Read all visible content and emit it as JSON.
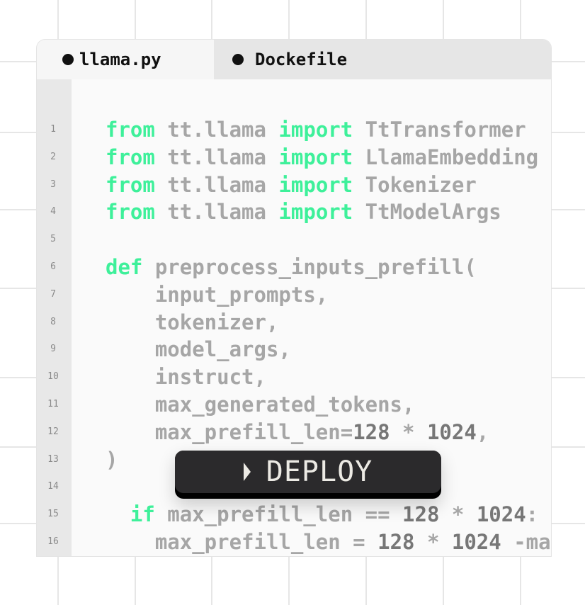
{
  "tabs": [
    {
      "label": "llama.py",
      "active": true
    },
    {
      "label": "Dockefile",
      "active": false
    }
  ],
  "colors": {
    "keyword": "#3ef09a",
    "identifier": "#a6a6a6",
    "number": "#777777",
    "button_bg": "#2b2a2c"
  },
  "code_lines": [
    {
      "n": "1",
      "indent": 0,
      "tokens": [
        {
          "t": "from",
          "k": "kw"
        },
        {
          "t": " tt.llama "
        },
        {
          "t": "import",
          "k": "kw"
        },
        {
          "t": " TtTransformer"
        }
      ]
    },
    {
      "n": "2",
      "indent": 0,
      "tokens": [
        {
          "t": "from",
          "k": "kw"
        },
        {
          "t": " tt.llama "
        },
        {
          "t": "import",
          "k": "kw"
        },
        {
          "t": " LlamaEmbedding"
        }
      ]
    },
    {
      "n": "3",
      "indent": 0,
      "tokens": [
        {
          "t": "from",
          "k": "kw"
        },
        {
          "t": " tt.llama "
        },
        {
          "t": "import",
          "k": "kw"
        },
        {
          "t": " Tokenizer"
        }
      ]
    },
    {
      "n": "4",
      "indent": 0,
      "tokens": [
        {
          "t": "from",
          "k": "kw"
        },
        {
          "t": " tt.llama "
        },
        {
          "t": "import",
          "k": "kw"
        },
        {
          "t": " TtModelArgs"
        }
      ]
    },
    {
      "n": "5",
      "indent": 0,
      "tokens": []
    },
    {
      "n": "6",
      "indent": 0,
      "tokens": [
        {
          "t": "def",
          "k": "kw"
        },
        {
          "t": " preprocess_inputs_prefill("
        }
      ]
    },
    {
      "n": "7",
      "indent": 4,
      "tokens": [
        {
          "t": "input_prompts,"
        }
      ]
    },
    {
      "n": "8",
      "indent": 4,
      "tokens": [
        {
          "t": "tokenizer,"
        }
      ]
    },
    {
      "n": "9",
      "indent": 4,
      "tokens": [
        {
          "t": "model_args,"
        }
      ]
    },
    {
      "n": "10",
      "indent": 4,
      "tokens": [
        {
          "t": "instruct,"
        }
      ]
    },
    {
      "n": "11",
      "indent": 4,
      "tokens": [
        {
          "t": "max_generated_tokens,"
        }
      ]
    },
    {
      "n": "12",
      "indent": 4,
      "tokens": [
        {
          "t": "max_prefill_len="
        },
        {
          "t": "128",
          "k": "num"
        },
        {
          "t": " * "
        },
        {
          "t": "1024",
          "k": "num"
        },
        {
          "t": ","
        }
      ]
    },
    {
      "n": "13",
      "indent": 0,
      "tokens": [
        {
          "t": ")"
        }
      ]
    },
    {
      "n": "14",
      "indent": 0,
      "tokens": []
    },
    {
      "n": "15",
      "indent": 2,
      "tokens": [
        {
          "t": "if",
          "k": "kw"
        },
        {
          "t": " max_prefill_len == "
        },
        {
          "t": "128",
          "k": "num"
        },
        {
          "t": " * "
        },
        {
          "t": "1024",
          "k": "num"
        },
        {
          "t": ":"
        }
      ]
    },
    {
      "n": "16",
      "indent": 4,
      "tokens": [
        {
          "t": "max_prefill_len = "
        },
        {
          "t": "128",
          "k": "num"
        },
        {
          "t": " * "
        },
        {
          "t": "1024",
          "k": "num"
        },
        {
          "t": " -ma"
        }
      ]
    }
  ],
  "deploy_button": {
    "label": "DEPLOY",
    "icon": "play-icon"
  }
}
